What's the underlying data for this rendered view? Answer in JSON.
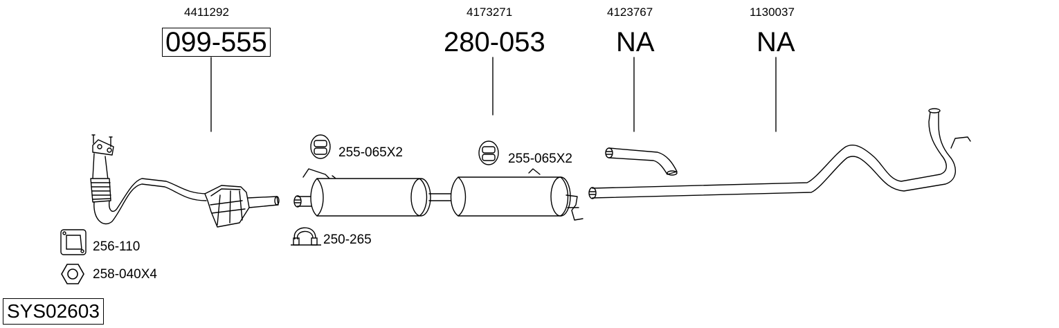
{
  "oem_numbers": [
    "4411292",
    "4173271",
    "4123767",
    "1130037"
  ],
  "part_numbers": [
    "099-555",
    "280-053",
    "NA",
    "NA"
  ],
  "fitting_labels": {
    "hanger_1": "255-065X2",
    "hanger_2": "255-065X2",
    "clamp": "250-265",
    "gasket": "256-110",
    "nut": "258-040X4"
  },
  "system_id": "SYS02603",
  "icons": [
    "rubber-hanger-icon",
    "pipe-clamp-icon",
    "flange-gasket-icon",
    "hex-nut-icon"
  ]
}
